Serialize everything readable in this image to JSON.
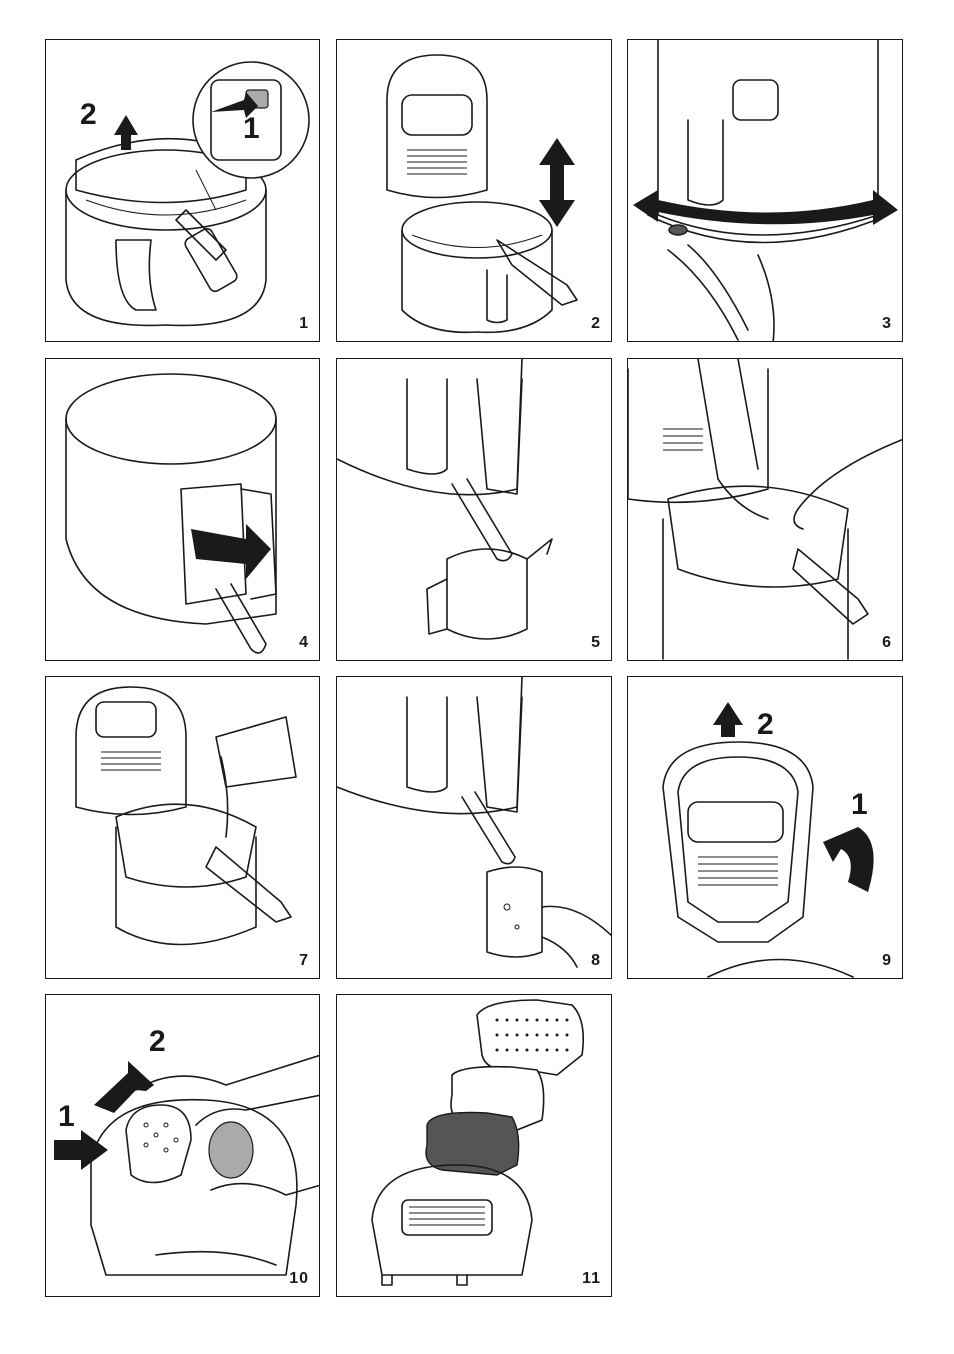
{
  "panels": [
    {
      "number": "1",
      "callouts": [
        "2",
        "1"
      ]
    },
    {
      "number": "2",
      "callouts": []
    },
    {
      "number": "3",
      "callouts": []
    },
    {
      "number": "4",
      "callouts": []
    },
    {
      "number": "5",
      "callouts": []
    },
    {
      "number": "6",
      "callouts": []
    },
    {
      "number": "7",
      "callouts": []
    },
    {
      "number": "8",
      "callouts": []
    },
    {
      "number": "9",
      "callouts": [
        "2",
        "1"
      ]
    },
    {
      "number": "10",
      "callouts": [
        "2",
        "1"
      ]
    },
    {
      "number": "11",
      "callouts": []
    }
  ]
}
